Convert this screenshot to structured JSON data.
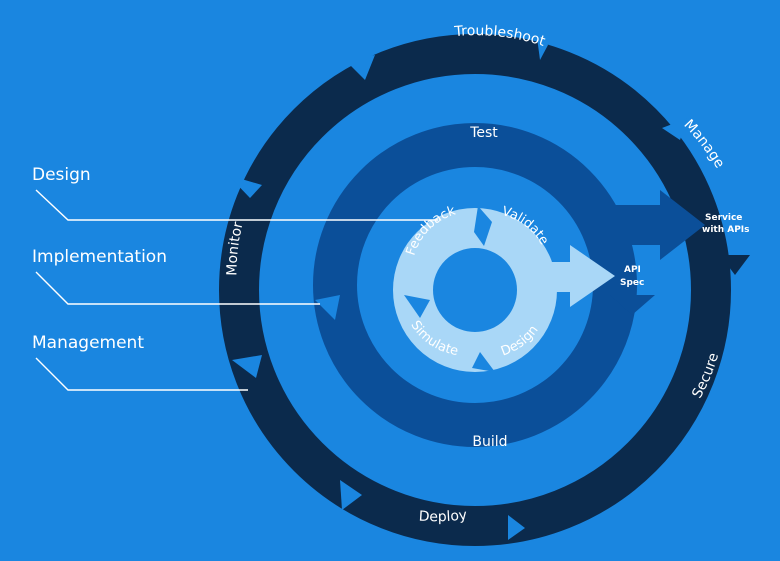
{
  "left_labels": {
    "design": "Design",
    "implementation": "Implementation",
    "management": "Management"
  },
  "outer_ring": {
    "troubleshoot": "Troubleshoot",
    "manage": "Manage",
    "secure": "Secure",
    "deploy": "Deploy",
    "monitor": "Monitor"
  },
  "middle_ring": {
    "test": "Test",
    "build": "Build"
  },
  "inner_ring": {
    "feedback": "Feedback",
    "validate": "Validate",
    "design": "Design",
    "simulate": "Simulate"
  },
  "arrows": {
    "api_spec_line1": "API",
    "api_spec_line2": "Spec",
    "service_line1": "Service",
    "service_line2": "with APIs"
  },
  "colors": {
    "background": "#1a86e0",
    "outer_ring": "#0b2a4c",
    "middle_ring": "#0b4f99",
    "inner_ring": "#a9d7f7",
    "text": "#ffffff"
  }
}
